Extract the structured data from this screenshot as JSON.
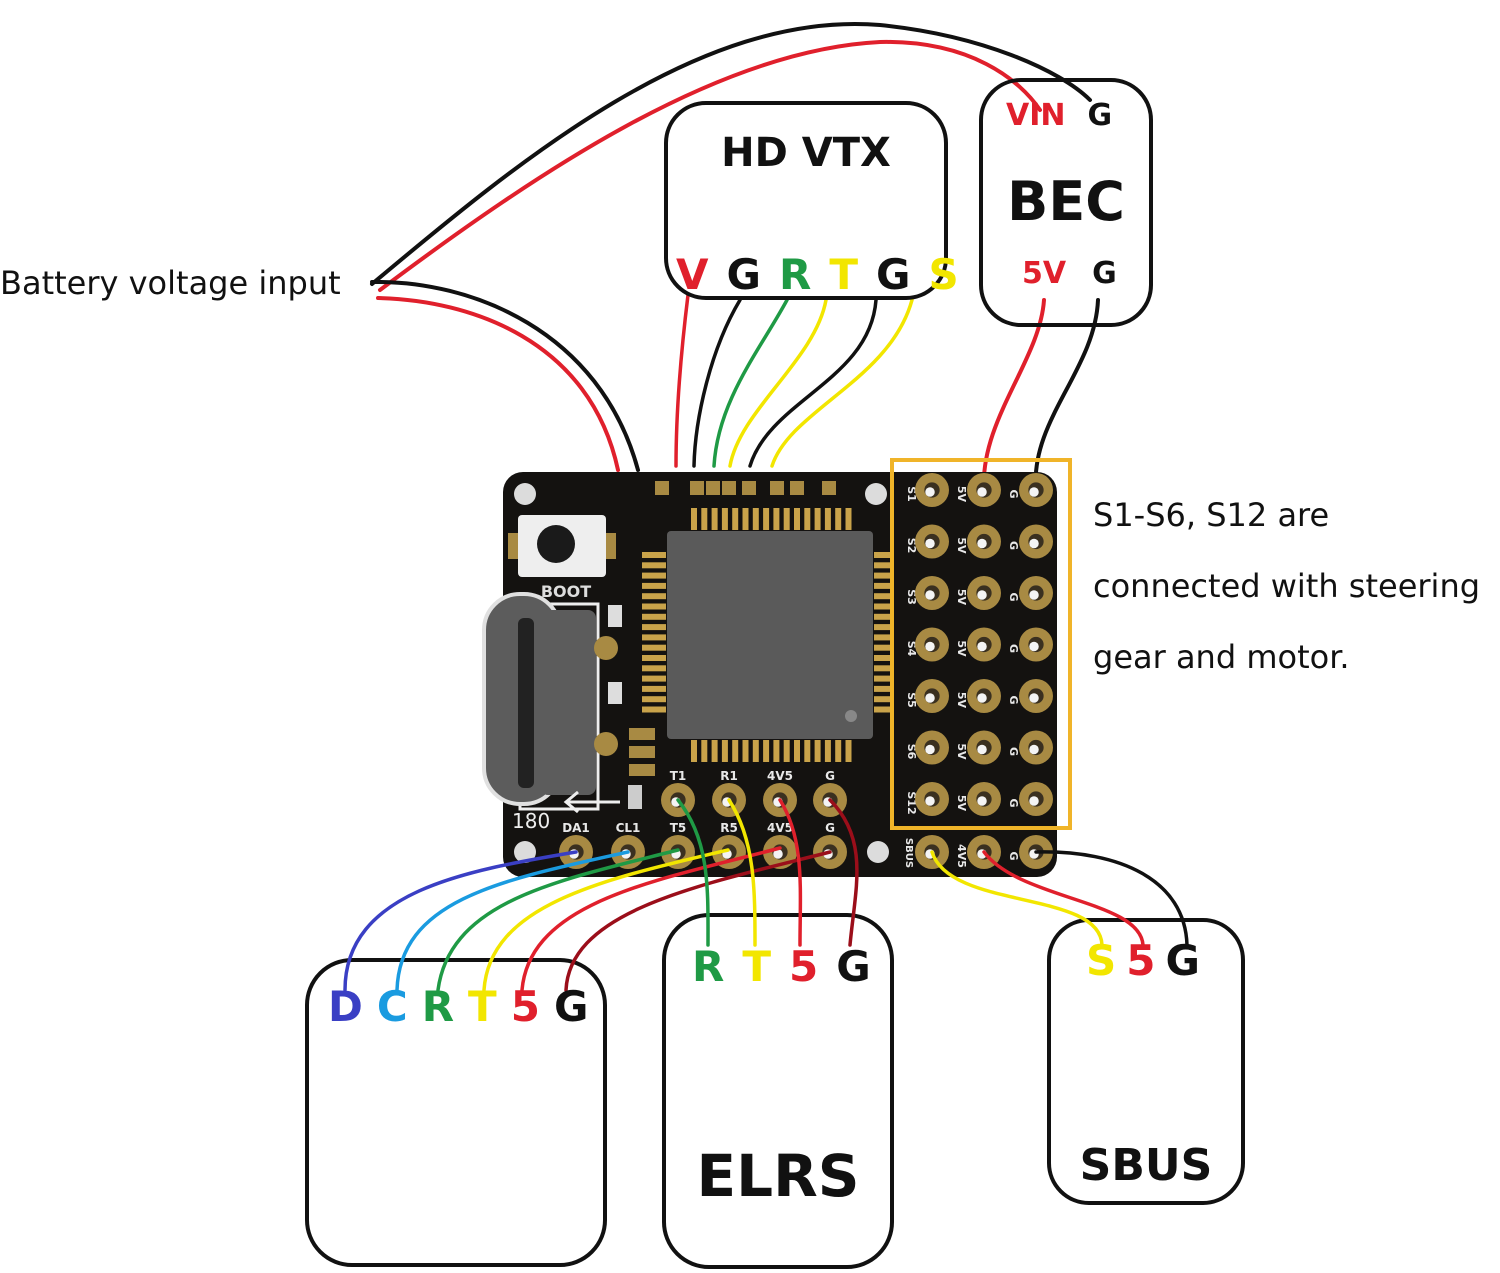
{
  "labels": {
    "battery_input": "Battery voltage input",
    "servo_note_lines": [
      "S1-S6, S12 are",
      "connected with steering",
      "gear and motor."
    ]
  },
  "colors": {
    "red": "#e0202c",
    "dark_red": "#9b0e1a",
    "black": "#111111",
    "green": "#1f9a45",
    "yellow": "#f2e600",
    "blue": "#3a3fc4",
    "cyan": "#1a9be0",
    "pcb": "#141210",
    "pad_gold": "#a88a43",
    "highlight_box": "#f0b429",
    "chip": "#5a5a5a"
  },
  "modules": {
    "hd_vtx": {
      "title": "HD VTX",
      "pins": [
        {
          "label": "V",
          "color": "red"
        },
        {
          "label": "G",
          "color": "black"
        },
        {
          "label": "R",
          "color": "green"
        },
        {
          "label": "T",
          "color": "yellow"
        },
        {
          "label": "G",
          "color": "black"
        },
        {
          "label": "S",
          "color": "yellow"
        }
      ]
    },
    "bec": {
      "title": "BEC",
      "top_pins": [
        {
          "label": "VIN",
          "color": "red"
        },
        {
          "label": "G",
          "color": "black"
        }
      ],
      "bottom_pins": [
        {
          "label": "5V",
          "color": "red"
        },
        {
          "label": "G",
          "color": "black"
        }
      ]
    },
    "unnamed_module": {
      "title": "",
      "pins": [
        {
          "label": "D",
          "color": "blue"
        },
        {
          "label": "C",
          "color": "cyan"
        },
        {
          "label": "R",
          "color": "green"
        },
        {
          "label": "T",
          "color": "yellow"
        },
        {
          "label": "5",
          "color": "red"
        },
        {
          "label": "G",
          "color": "black"
        }
      ]
    },
    "elrs": {
      "title": "ELRS",
      "pins": [
        {
          "label": "R",
          "color": "green"
        },
        {
          "label": "T",
          "color": "yellow"
        },
        {
          "label": "5",
          "color": "red"
        },
        {
          "label": "G",
          "color": "black"
        }
      ]
    },
    "sbus": {
      "title": "SBUS",
      "pins": [
        {
          "label": "S",
          "color": "yellow"
        },
        {
          "label": "5",
          "color": "red"
        },
        {
          "label": "G",
          "color": "black"
        }
      ]
    }
  },
  "board": {
    "boot_label": "BOOT",
    "corner_label": "180",
    "uart1_labels": [
      "T1",
      "R1",
      "4V5",
      "G"
    ],
    "uart5_labels": [
      "DA1",
      "CL1",
      "T5",
      "R5",
      "4V5",
      "G"
    ],
    "servo_rows": [
      {
        "signal": "S1",
        "power": "5V",
        "ground": "G"
      },
      {
        "signal": "S2",
        "power": "5V",
        "ground": "G"
      },
      {
        "signal": "S3",
        "power": "5V",
        "ground": "G"
      },
      {
        "signal": "S4",
        "power": "5V",
        "ground": "G"
      },
      {
        "signal": "S5",
        "power": "5V",
        "ground": "G"
      },
      {
        "signal": "S6",
        "power": "5V",
        "ground": "G"
      },
      {
        "signal": "S12",
        "power": "5V",
        "ground": "G"
      }
    ],
    "sbus_row": {
      "signal": "SBUS",
      "power": "4V5",
      "ground": "G"
    }
  }
}
